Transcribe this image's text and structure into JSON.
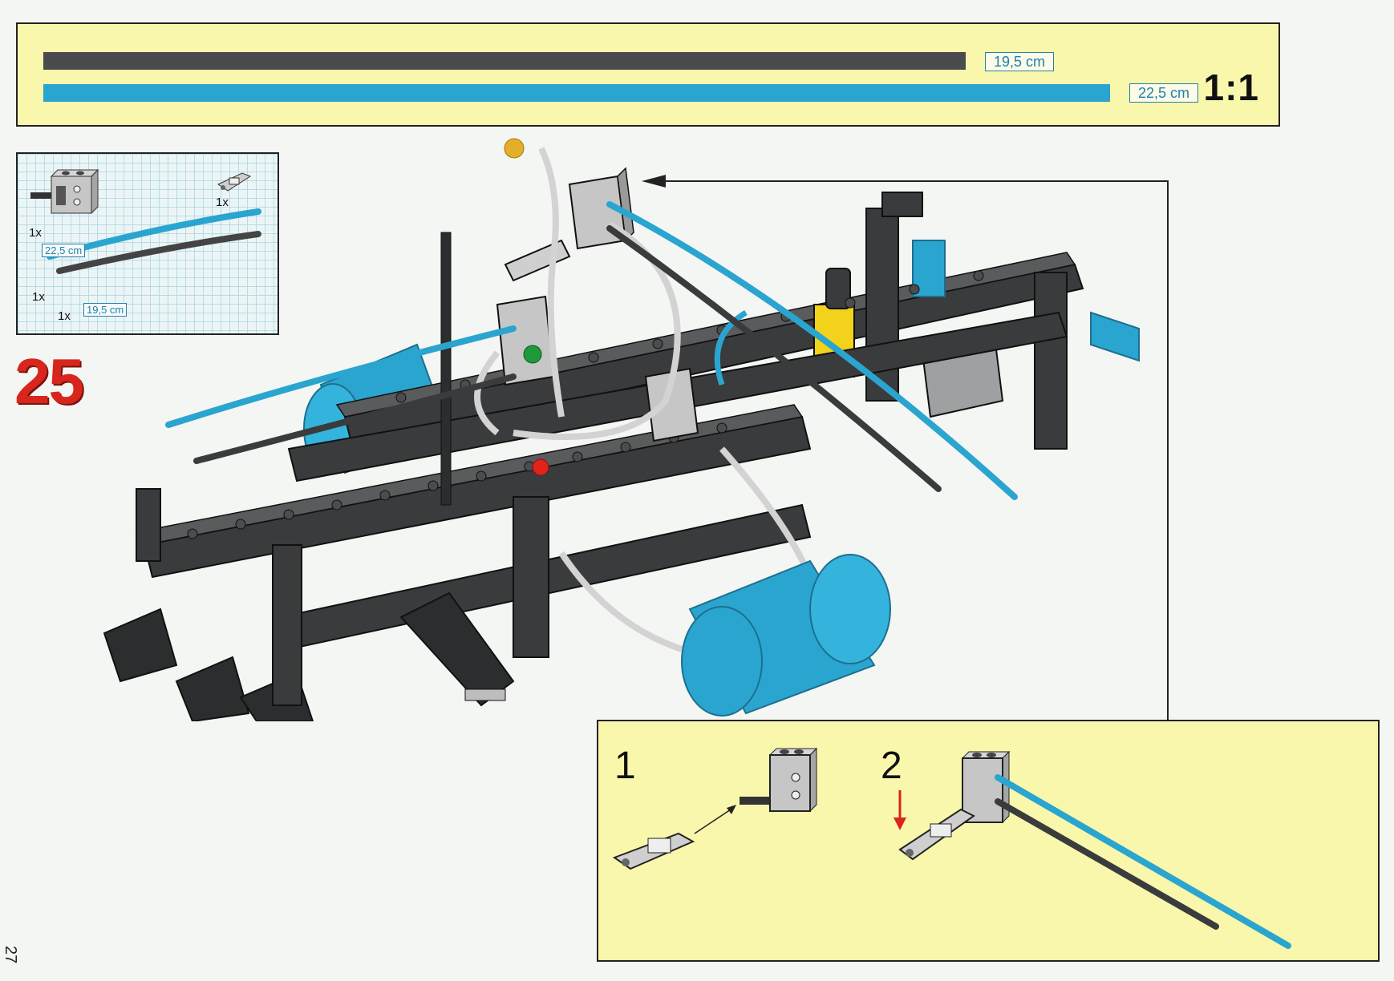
{
  "scale_panel": {
    "tubes": [
      {
        "length_label": "19,5 cm",
        "color": "#4a4b4d"
      },
      {
        "length_label": "22,5 cm",
        "color": "#2aa5cf"
      }
    ],
    "ratio": "1:1"
  },
  "parts_panel": {
    "items": [
      {
        "qty": "1x",
        "part": "pneumatic-valve-icon"
      },
      {
        "qty": "1x",
        "part": "valve-lever-icon"
      },
      {
        "qty": "1x",
        "part": "blue-tube-icon",
        "length_label": "22,5 cm"
      },
      {
        "qty": "1x",
        "part": "black-tube-icon",
        "length_label": "19,5 cm"
      }
    ]
  },
  "step_number": "25",
  "substeps": [
    {
      "number": "1"
    },
    {
      "number": "2"
    }
  ],
  "page_number": "27",
  "colors": {
    "panel_yellow": "#f8f7ac",
    "tube_blue": "#2aa5cf",
    "tube_black": "#4a4b4d",
    "step_red": "#d8261d",
    "brick_dark": "#3a3b3d"
  }
}
